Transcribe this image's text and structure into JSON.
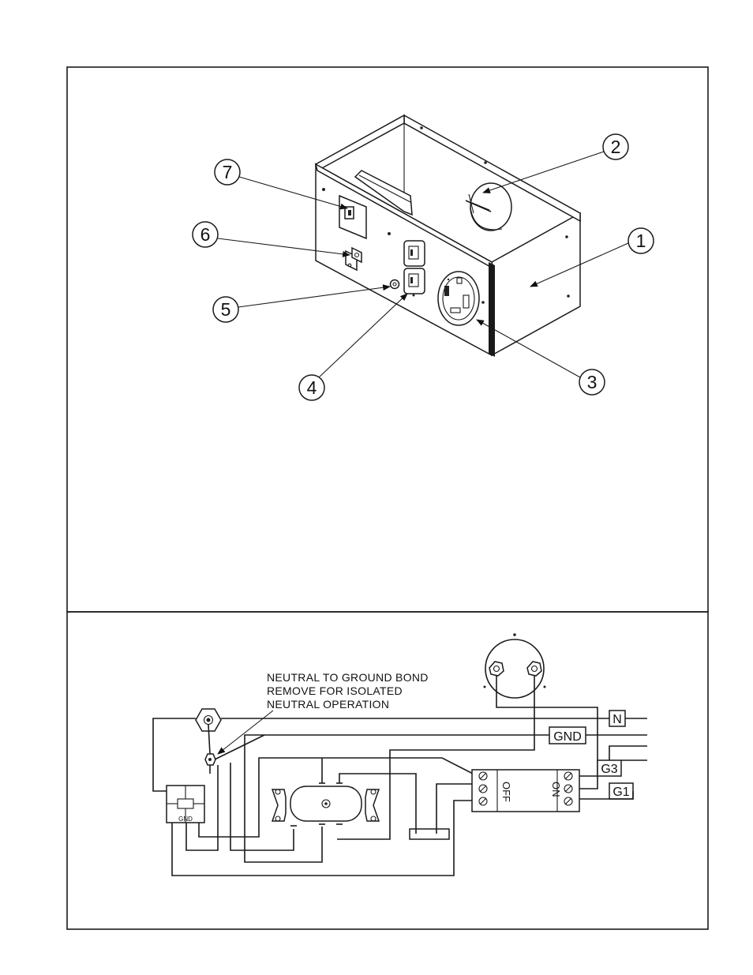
{
  "callouts": [
    "1",
    "2",
    "3",
    "4",
    "5",
    "6",
    "7"
  ],
  "note": {
    "line1": "NEUTRAL TO GROUND BOND",
    "line2": "REMOVE FOR ISOLATED",
    "line3": "NEUTRAL OPERATION"
  },
  "terminals": {
    "n": "N",
    "gnd": "GND",
    "g3": "G3",
    "g1": "G1"
  },
  "switch": {
    "off": "OFF",
    "on": "ON"
  },
  "ground_block": "GND"
}
